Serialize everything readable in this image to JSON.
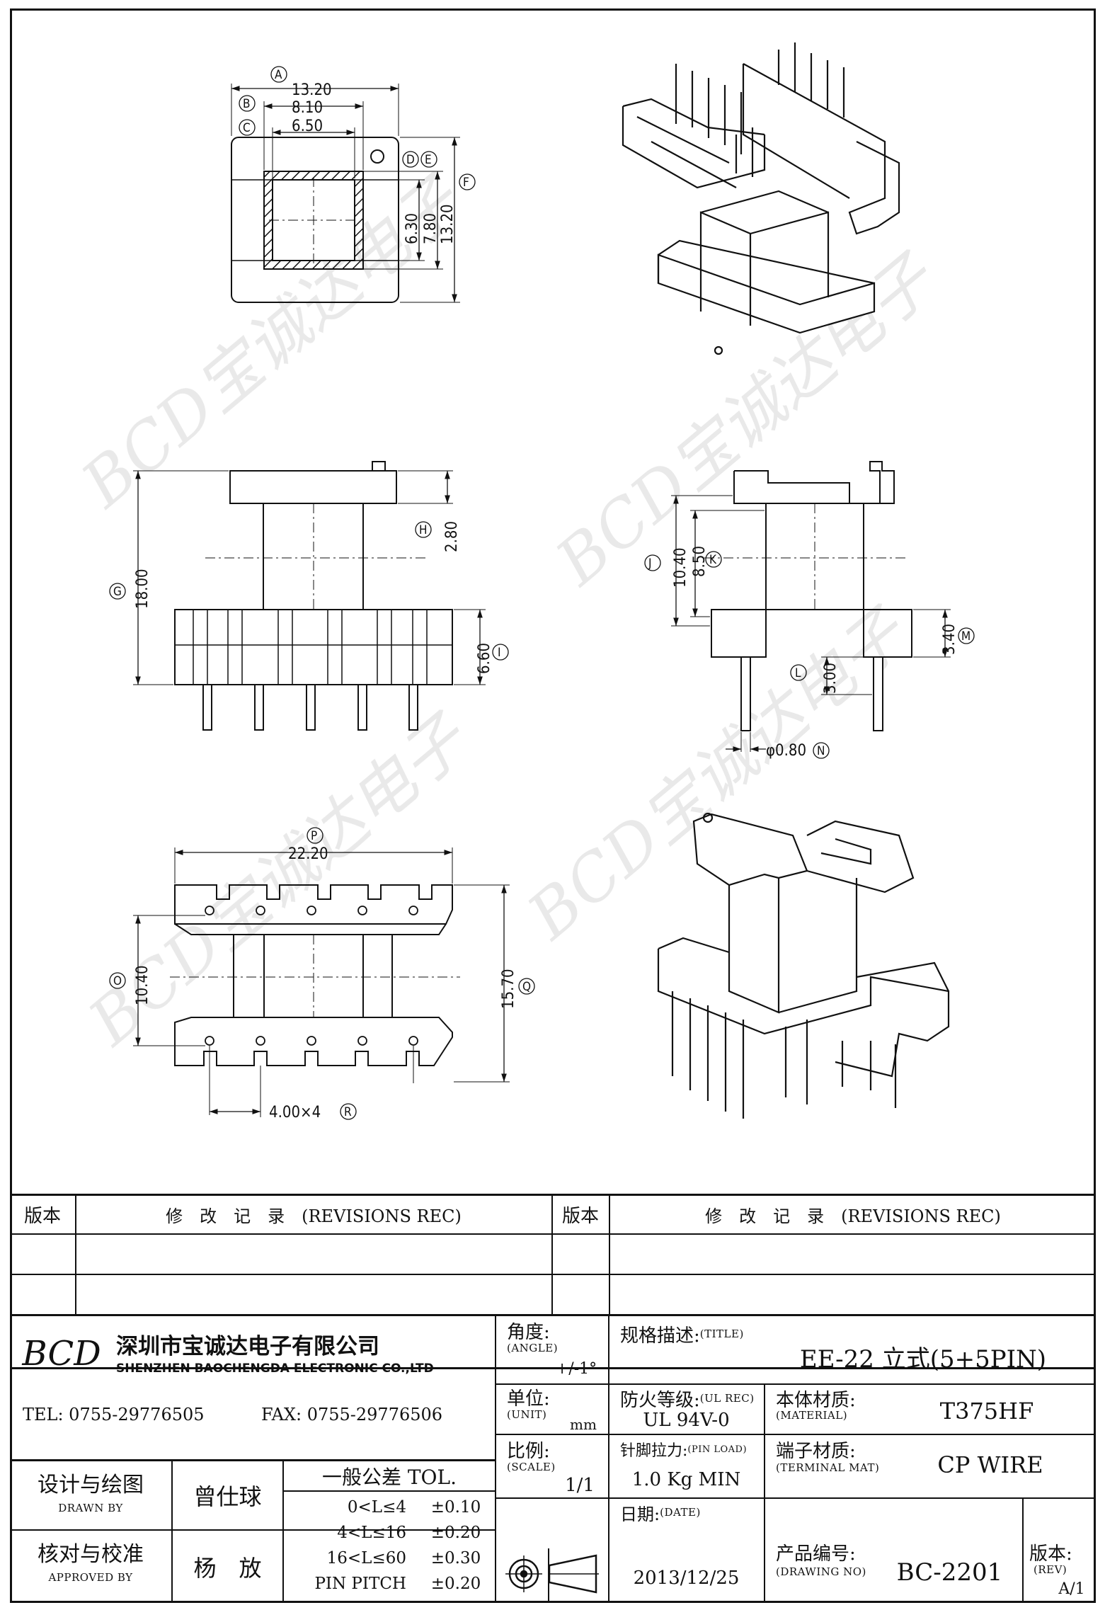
{
  "views": {
    "top": {
      "A": "13.20",
      "B": "8.10",
      "C": "6.50",
      "D_label": "D",
      "E_label": "E",
      "F": "13.20",
      "v1": "6.30",
      "v2": "7.80",
      "A_label": "A",
      "B_label": "B",
      "C_label": "C",
      "F_label": "F"
    },
    "front": {
      "G": "18.00",
      "H": "2.80",
      "I": "6.60",
      "G_label": "G",
      "H_label": "H",
      "I_label": "I"
    },
    "side": {
      "J": "10.40",
      "K": "8.50",
      "M": "3.40",
      "L": "3.00",
      "N": "φ0.80",
      "J_label": "J",
      "K_label": "K",
      "L_label": "L",
      "M_label": "M",
      "N_label": "N"
    },
    "bottom": {
      "P": "22.20",
      "O": "10.40",
      "Q": "15.70",
      "R": "4.00×4",
      "P_label": "P",
      "O_label": "O",
      "Q_label": "Q",
      "R_label": "R"
    }
  },
  "watermark": "BCD宝诚达电子",
  "revisions": {
    "col_ver": "版本",
    "col_rec": "修　改　记　录　(REVISIONS REC)"
  },
  "company": {
    "logo": "BCD",
    "name_cn": "深圳市宝诚达电子有限公司",
    "name_en": "SHENZHEN BAOCHENGDA ELECTRONIC CO.,LTD",
    "tel": "TEL: 0755-29776505",
    "fax": "FAX: 0755-29776506"
  },
  "fields": {
    "angle_label": "角度:",
    "angle_en": "(ANGLE)",
    "angle_value": "+/-1°",
    "title_label": "规格描述:",
    "title_en": "(TITLE)",
    "title_value": "EE-22 立式(5+5PIN)",
    "unit_label": "单位:",
    "unit_en": "(UNIT)",
    "unit_value": "mm",
    "ul_label": "防火等级:",
    "ul_en": "(UL REC)",
    "ul_value": "UL 94V-0",
    "material_label": "本体材质:",
    "material_en": "(MATERIAL)",
    "material_value": "T375HF",
    "scale_label": "比例:",
    "scale_en": "(SCALE)",
    "scale_value": "1/1",
    "pinload_label": "针脚拉力:",
    "pinload_en": "(PIN LOAD)",
    "pinload_value": "1.0 Kg MIN",
    "terminal_label": "端子材质:",
    "terminal_en": "(TERMINAL MAT)",
    "terminal_value": "CP WIRE",
    "date_label": "日期:",
    "date_en": "(DATE)",
    "date_value": "2013/12/25",
    "drawing_label": "产品编号:",
    "drawing_en": "(DRAWING NO)",
    "drawing_value": "BC-2201",
    "rev_label": "版本:",
    "rev_en": "(REV)",
    "rev_value": "A/1",
    "drawn_label": "设计与绘图",
    "drawn_en": "DRAWN BY",
    "drawn_value": "曾仕球",
    "approved_label": "核对与校准",
    "approved_en": "APPROVED BY",
    "approved_value": "杨　放",
    "tol_title": "一般公差 TOL.",
    "tol_rows": [
      {
        "range": "0<L≤4",
        "tol": "±0.10"
      },
      {
        "range": "4<L≤16",
        "tol": "±0.20"
      },
      {
        "range": "16<L≤60",
        "tol": "±0.30"
      },
      {
        "range": "PIN PITCH",
        "tol": "±0.20"
      }
    ]
  }
}
